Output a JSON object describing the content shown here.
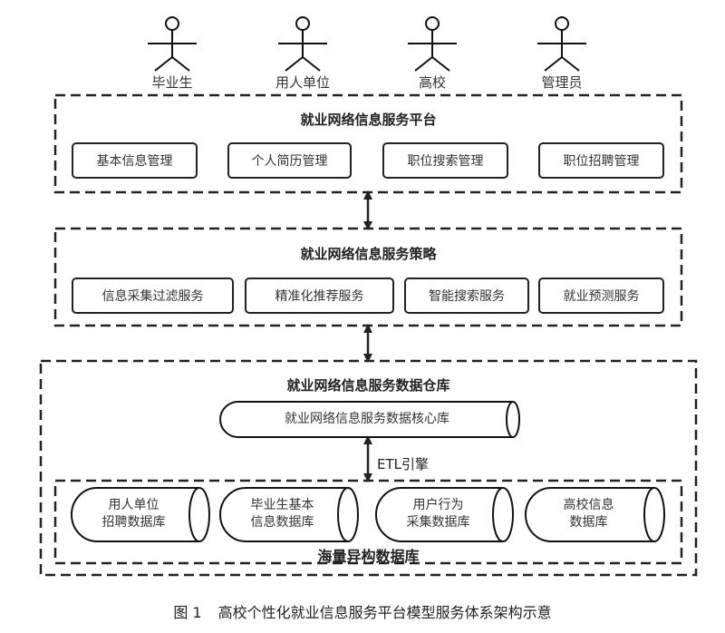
{
  "actors": [
    {
      "label": "毕业生",
      "icon": "actor-icon"
    },
    {
      "label": "用人单位",
      "icon": "actor-icon"
    },
    {
      "label": "高校",
      "icon": "actor-icon"
    },
    {
      "label": "管理员",
      "icon": "actor-icon"
    }
  ],
  "platform_layer": {
    "title": "就业网络信息服务平台",
    "modules": [
      "基本信息管理",
      "个人简历管理",
      "职位搜索管理",
      "职位招聘管理"
    ]
  },
  "strategy_layer": {
    "title": "就业网络信息服务策略",
    "services": [
      "信息采集过滤服务",
      "精准化推荐服务",
      "智能搜索服务",
      "就业预测服务"
    ]
  },
  "warehouse_layer": {
    "title": "就业网络信息服务数据仓库",
    "core_db": "就业网络信息服务数据核心库",
    "etl_label": "ETL引擎",
    "heterogeneous": {
      "title": "海量异构数据库",
      "databases": [
        {
          "line1": "用人单位",
          "line2": "招聘数据库"
        },
        {
          "line1": "毕业生基本",
          "line2": "信息数据库"
        },
        {
          "line1": "用户行为",
          "line2": "采集数据库"
        },
        {
          "line1": "高校信息",
          "line2": "数据库"
        }
      ]
    }
  },
  "caption": {
    "figure_number": "图 1",
    "text": "高校个性化就业信息服务平台模型服务体系架构示意"
  }
}
